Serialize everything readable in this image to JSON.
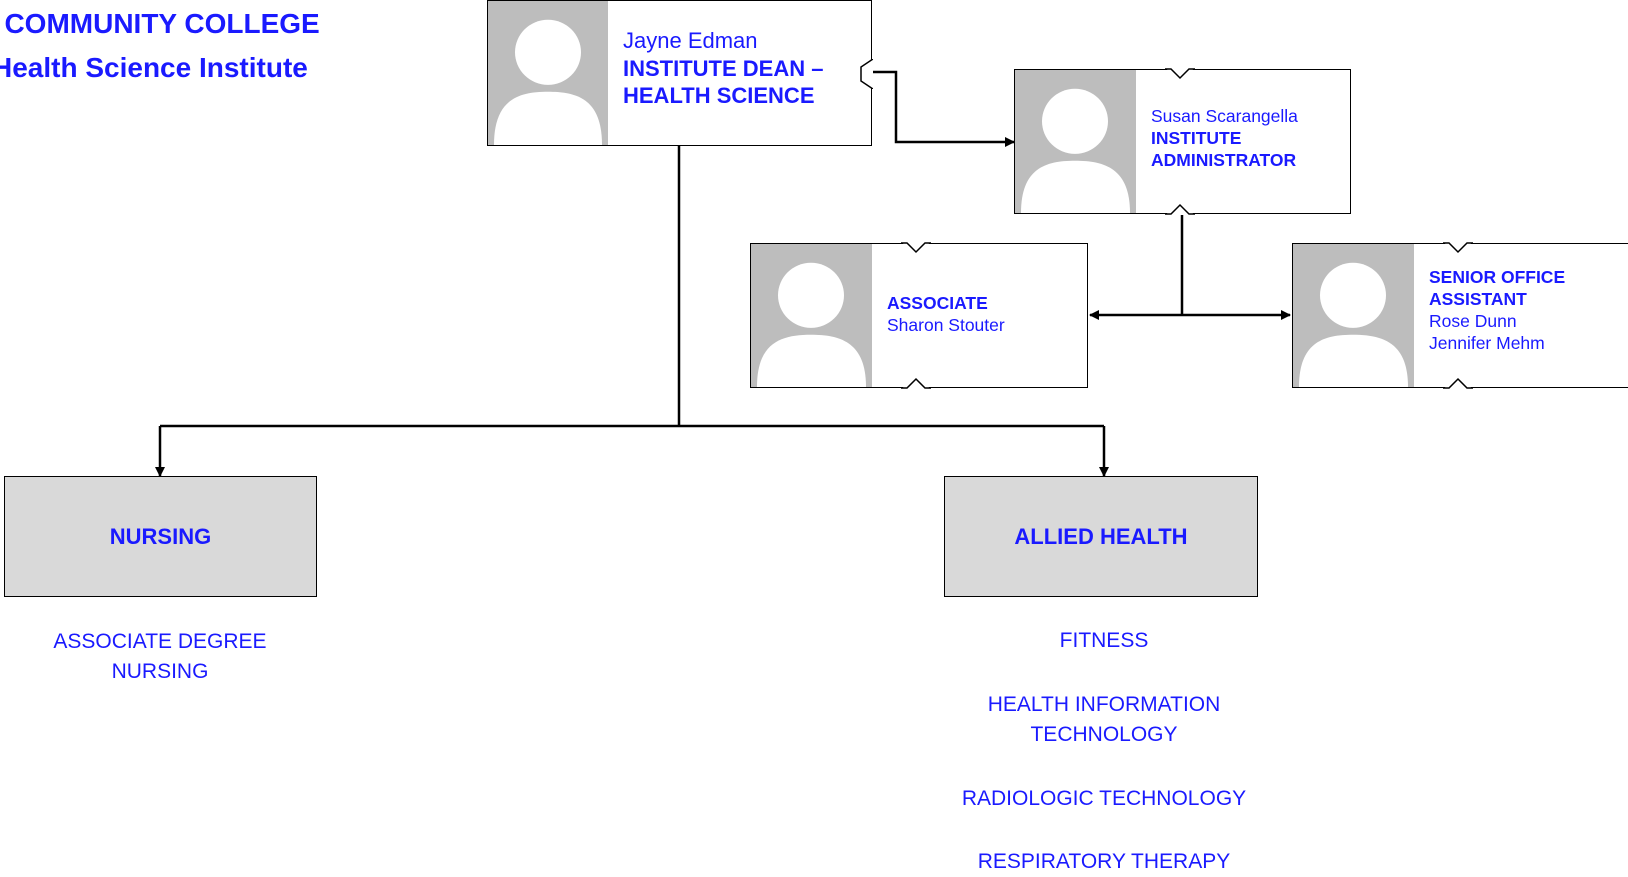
{
  "header": {
    "line1": "E COMMUNITY COLLEGE",
    "line2": "Health Science Institute"
  },
  "dean": {
    "name": "Jayne Edman",
    "role_line1": "INSTITUTE DEAN –",
    "role_line2": "HEALTH SCIENCE"
  },
  "administrator": {
    "name": "Susan Scarangella",
    "role_line1": "INSTITUTE",
    "role_line2": "ADMINISTRATOR"
  },
  "associate": {
    "role": "ASSOCIATE",
    "name": "Sharon Stouter"
  },
  "senior_assistant": {
    "role_line1": "SENIOR OFFICE",
    "role_line2": "ASSISTANT",
    "name1": "Rose Dunn",
    "name2": "Jennifer Mehm"
  },
  "departments": {
    "nursing": {
      "label": "NURSING",
      "programs": [
        "ASSOCIATE DEGREE",
        "NURSING"
      ]
    },
    "allied_health": {
      "label": "ALLIED HEALTH",
      "programs": [
        "FITNESS",
        "HEALTH INFORMATION",
        "TECHNOLOGY",
        "RADIOLOGIC TECHNOLOGY",
        "RESPIRATORY THERAPY"
      ]
    }
  },
  "colors": {
    "text": "#1a1aff",
    "photo_bg": "#bdbdbd",
    "dept_bg": "#d9d9d9"
  }
}
